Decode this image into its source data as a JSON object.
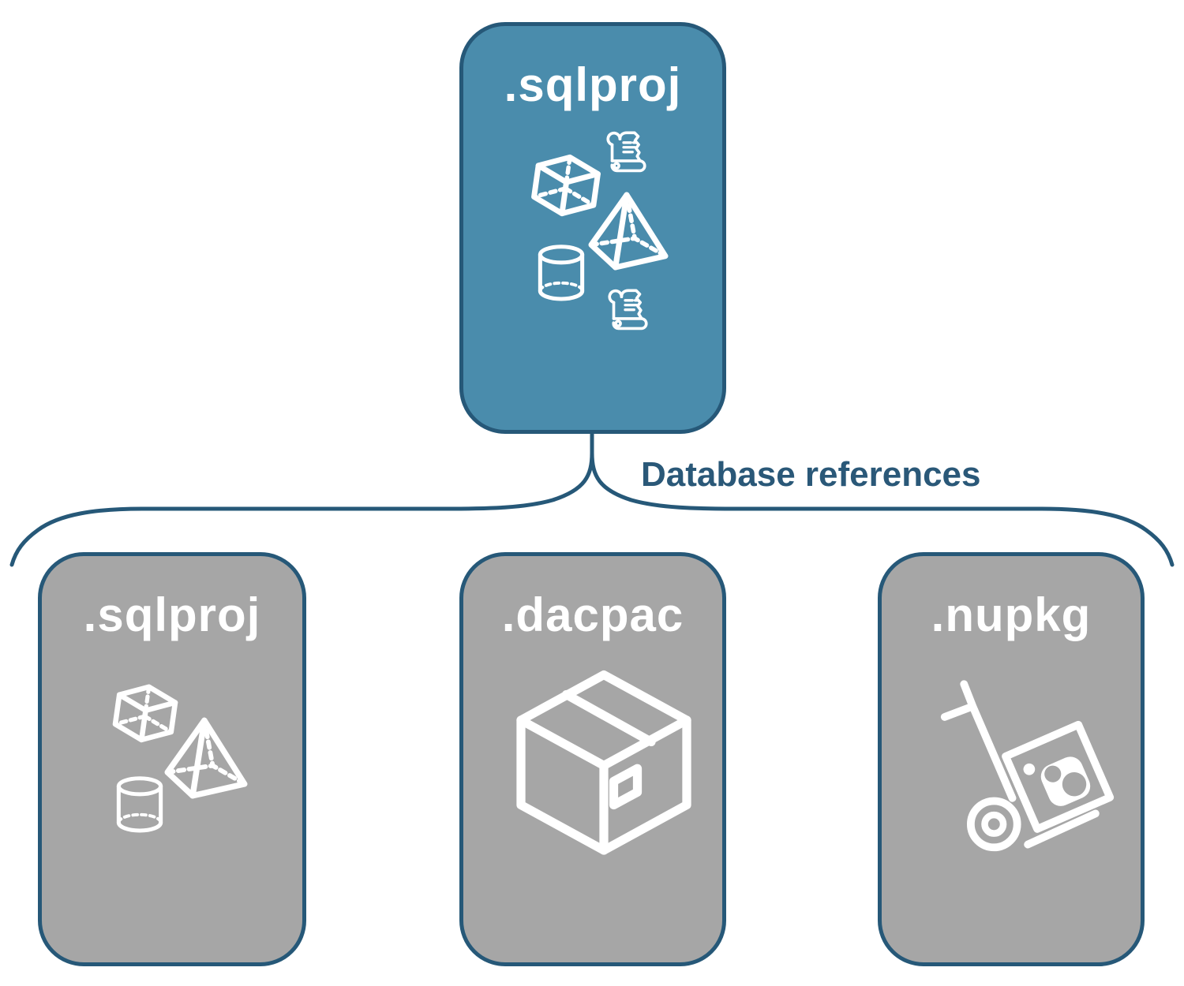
{
  "connector": {
    "label": "Database references",
    "color": "#2A5878"
  },
  "nodes": {
    "root": {
      "label": ".sqlproj",
      "fill": "#4A8CAC",
      "icons": [
        "cube-icon",
        "scroll-icon",
        "pyramid-icon",
        "cylinder-icon",
        "scroll-icon"
      ]
    },
    "children": [
      {
        "label": ".sqlproj",
        "fill": "#A6A6A6",
        "icons": [
          "cube-icon",
          "pyramid-icon",
          "cylinder-icon"
        ]
      },
      {
        "label": ".dacpac",
        "fill": "#A6A6A6",
        "icons": [
          "package-box-icon"
        ]
      },
      {
        "label": ".nupkg",
        "fill": "#A6A6A6",
        "icons": [
          "nuget-hand-truck-icon"
        ]
      }
    ]
  },
  "colors": {
    "root_fill": "#4A8CAC",
    "child_fill": "#A6A6A6",
    "outline_navy": "#265878",
    "icon_white": "#FFFFFF",
    "label_text": "#FFFFFF",
    "background": "#FFFFFF"
  }
}
